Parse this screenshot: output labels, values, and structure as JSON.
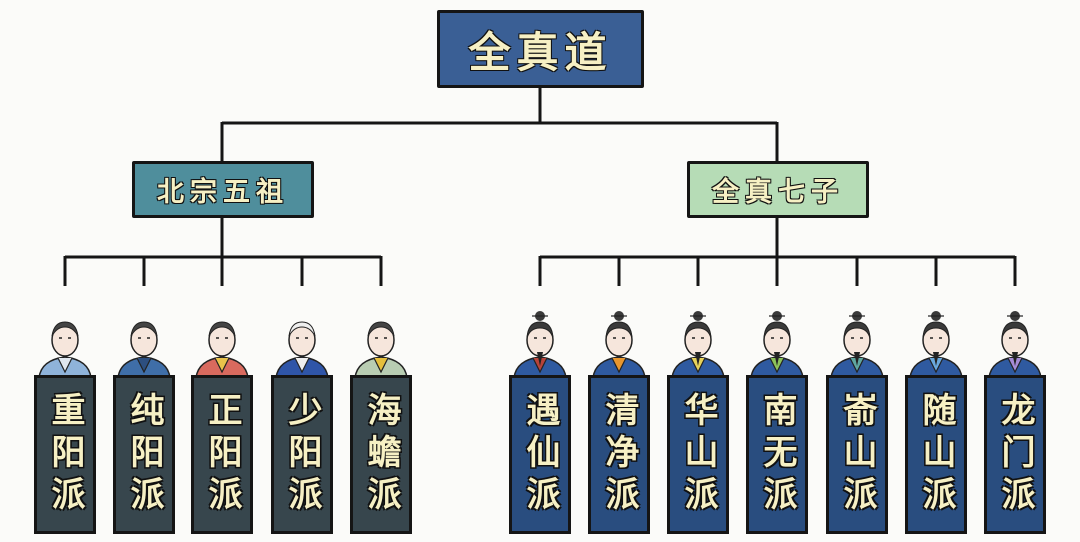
{
  "root": {
    "label": "全真道",
    "color": "#3a5f95"
  },
  "groups": [
    {
      "label": "北宗五祖",
      "color": "#4f8e9c",
      "branches": [
        {
          "label": "重阳派",
          "chars": [
            "重",
            "阳",
            "派"
          ],
          "robe": "#8fb3da",
          "accent": "#dfe6ee"
        },
        {
          "label": "纯阳派",
          "chars": [
            "纯",
            "阳",
            "派"
          ],
          "robe": "#3f6ea8",
          "accent": "#2d4f80"
        },
        {
          "label": "正阳派",
          "chars": [
            "正",
            "阳",
            "派"
          ],
          "robe": "#d96a5e",
          "accent": "#e9c24a"
        },
        {
          "label": "少阳派",
          "chars": [
            "少",
            "阳",
            "派"
          ],
          "robe": "#2f55a8",
          "accent": "#eeeeee"
        },
        {
          "label": "海蟾派",
          "chars": [
            "海",
            "蟾",
            "派"
          ],
          "robe": "#b9cdb2",
          "accent": "#e5bf3b"
        }
      ]
    },
    {
      "label": "全真七子",
      "color": "#b6dcb6",
      "branches": [
        {
          "label": "遇仙派",
          "chars": [
            "遇",
            "仙",
            "派"
          ],
          "robe": "#2f5aa0",
          "accent": "#b8433a"
        },
        {
          "label": "清净派",
          "chars": [
            "清",
            "净",
            "派"
          ],
          "robe": "#2f5aa0",
          "accent": "#e8962e"
        },
        {
          "label": "华山派",
          "chars": [
            "华",
            "山",
            "派"
          ],
          "robe": "#2f5aa0",
          "accent": "#e7d25a"
        },
        {
          "label": "南无派",
          "chars": [
            "南",
            "无",
            "派"
          ],
          "robe": "#2f5aa0",
          "accent": "#8cc25a"
        },
        {
          "label": "嵛山派",
          "chars": [
            "嵛",
            "山",
            "派"
          ],
          "robe": "#2f5aa0",
          "accent": "#5fa7a0"
        },
        {
          "label": "随山派",
          "chars": [
            "随",
            "山",
            "派"
          ],
          "robe": "#2f5aa0",
          "accent": "#6aa8dc"
        },
        {
          "label": "龙门派",
          "chars": [
            "龙",
            "门",
            "派"
          ],
          "robe": "#2f5aa0",
          "accent": "#a58bd6"
        }
      ]
    }
  ]
}
